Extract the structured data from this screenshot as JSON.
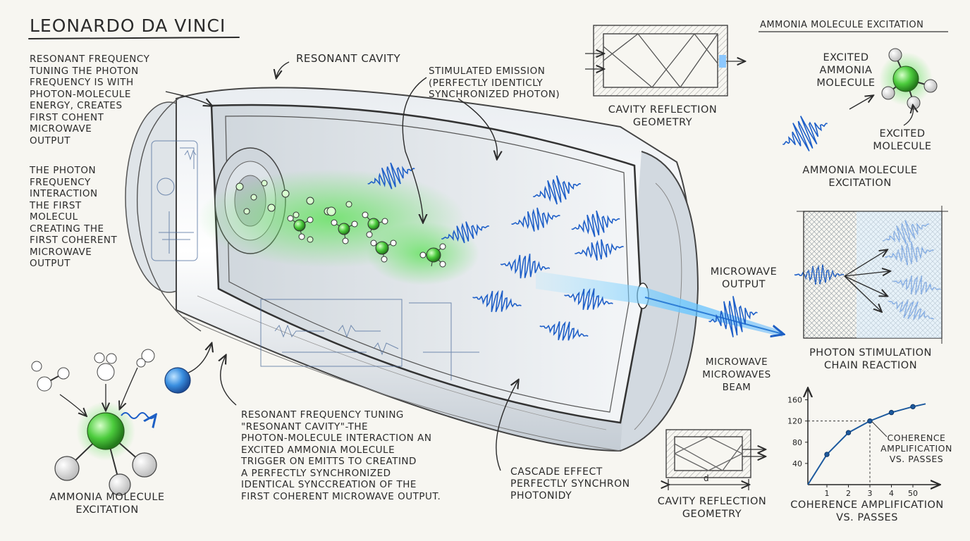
{
  "title": "Leonardo Da Vinci",
  "left_notes": {
    "note1": [
      "Resonant frequency",
      "tuning the photon",
      "frequency is with",
      "photon-molecule",
      "energy, creates",
      "first cohent",
      "microwave",
      "output"
    ],
    "note2": [
      "The photon",
      "frequency",
      "interaction",
      "the first",
      "molecul",
      "creating the",
      "first coherent",
      "microwave",
      "output"
    ]
  },
  "labels": {
    "resonant_cavity": "Resonant Cavity",
    "stimulated_emission": [
      "Stimulated emission",
      "(perfectly identicly",
      "synchronized photon)"
    ],
    "microwave_output": [
      "Microwave",
      "output"
    ],
    "microwave_beam": [
      "Microwave",
      "microwaves",
      "beam"
    ],
    "bottom_center": [
      "Resonant frequency tuning",
      "\"resonant cavity\"-the",
      "photon-molecule interaction an",
      "excited ammonia molecule",
      "trigger on emitts to creatind",
      "a perfectly synchronized",
      "identical synccreation of the",
      "first coherent microwave output."
    ],
    "cascade": [
      "Cascade effect",
      "perfectly synchron",
      "photonidy"
    ],
    "bottom_left_caption": [
      "Ammonia molecule",
      "excitation"
    ]
  },
  "insets": {
    "cavity_top": [
      "Cavity reflection",
      "geometry"
    ],
    "ammonia_header": "Ammonia molecule excitation",
    "excited_ammonia": [
      "Excited",
      "ammonia",
      "molecule"
    ],
    "excited_molecule": [
      "Excited",
      "molecule"
    ],
    "ammonia_caption": [
      "Ammonia molecule",
      "excitation"
    ],
    "chain_caption": [
      "Photon stimulation",
      "chain reaction"
    ],
    "cavity_bottom": [
      "Cavity reflection",
      "geometry"
    ],
    "cavity_bottom_dim": "d"
  },
  "chart_data": {
    "type": "line",
    "title": "",
    "caption": [
      "Coherence amplification",
      "vs. passes"
    ],
    "annotation": [
      "Coherence",
      "amplification",
      "vs. passes"
    ],
    "x_ticks": [
      "1",
      "2",
      "3",
      "4",
      "50"
    ],
    "y_ticks": [
      "40",
      "80",
      "120",
      "160"
    ],
    "ylim": [
      0,
      170
    ],
    "points": [
      {
        "x": "1",
        "y": 57
      },
      {
        "x": "2",
        "y": 98
      },
      {
        "x": "3",
        "y": 120
      },
      {
        "x": "4",
        "y": 136
      },
      {
        "x": "50",
        "y": 147
      }
    ],
    "reference_point": {
      "x": "3",
      "y": 120
    }
  }
}
